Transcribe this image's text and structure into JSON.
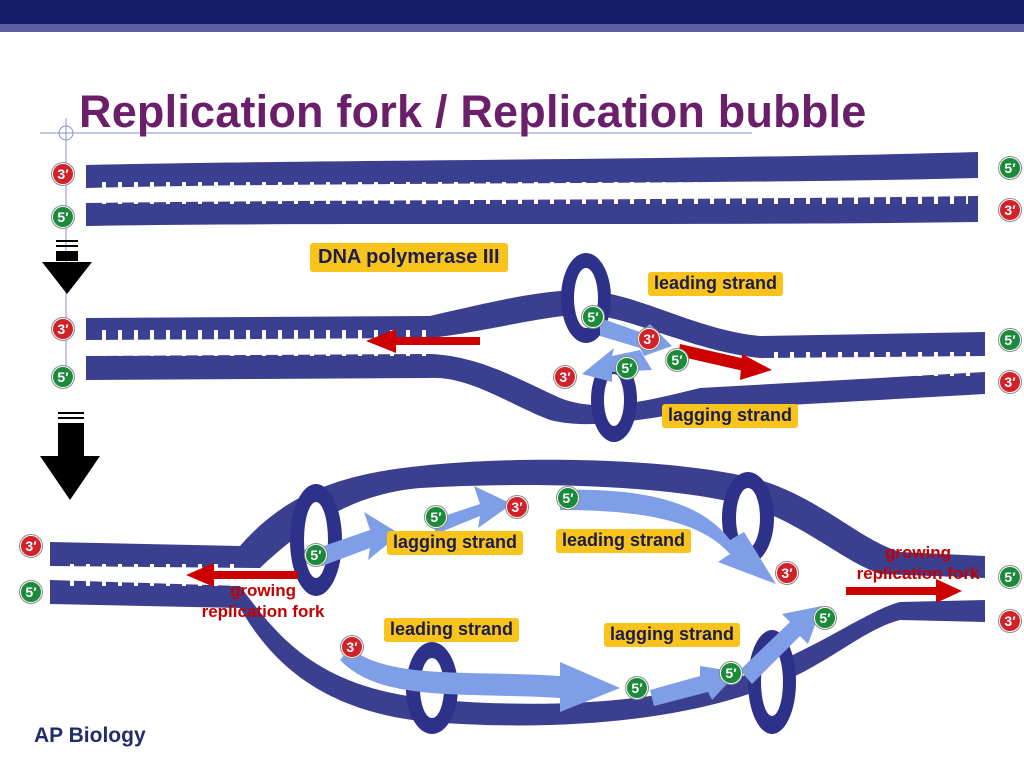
{
  "slide": {
    "title": "Replication fork / Replication bubble",
    "footer": "AP Biology"
  },
  "colors": {
    "dna_strand": "#3b3f8f",
    "new_strand": "#7f9ee8",
    "polymerase": "#2e318a",
    "arrow_red": "#cc0000",
    "label_bg": "#f8c31a",
    "end_3_prime": "#d22128",
    "end_5_prime": "#1b8a3a",
    "title": "#6b1f6b"
  },
  "icons": [
    "down-arrow-icon",
    "dna-polymerase-ring",
    "prime-end-badge"
  ],
  "labels": {
    "dna_polymerase": "DNA polymerase III",
    "fork_leading": "leading strand",
    "fork_lagging": "lagging strand",
    "bubble_lagging_top": "lagging strand",
    "bubble_leading_top": "leading strand",
    "bubble_leading_bottom": "leading strand",
    "bubble_lagging_bottom": "lagging strand",
    "growing_fork_left": "growing\nreplication fork",
    "growing_fork_right": "growing\nreplication fork"
  },
  "ends": {
    "three_prime": "3′",
    "five_prime": "5′"
  }
}
